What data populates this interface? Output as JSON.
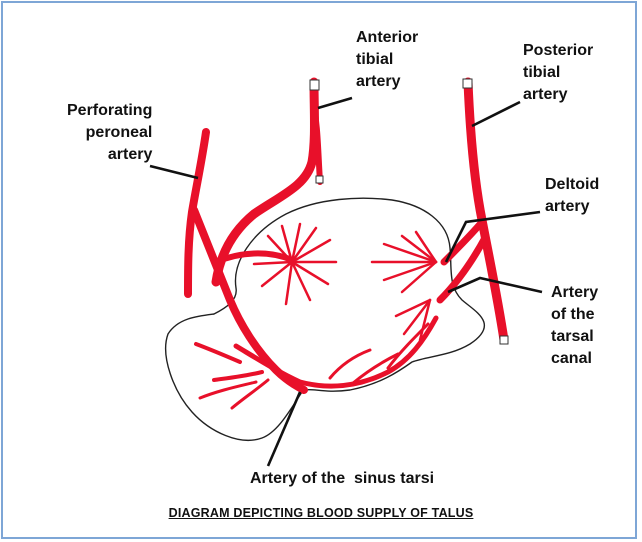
{
  "labels": {
    "perforating": [
      "Perforating",
      "peroneal",
      "artery"
    ],
    "anterior": [
      "Anterior",
      "tibial",
      "artery"
    ],
    "posterior": [
      "Posterior",
      "tibial",
      "artery"
    ],
    "deltoid": [
      "Deltoid",
      "artery"
    ],
    "tarsal_canal": [
      "Artery",
      "of the",
      "tarsal",
      "canal"
    ],
    "sinus_tarsi": "Artery of the  sinus tarsi"
  },
  "caption": "DIAGRAM DEPICTING BLOOD SUPPLY OF TALUS",
  "colors": {
    "artery": "#e8102a",
    "outline": "#222222",
    "frame": "#7ea6d6"
  }
}
